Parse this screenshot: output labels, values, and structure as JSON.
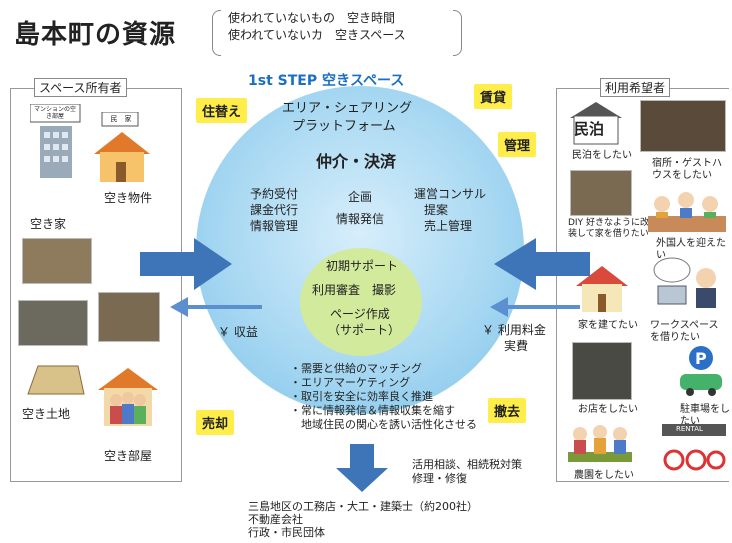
{
  "title": "島本町の資源",
  "subtitle": [
    "使われていないもの　空き時間",
    "使われていないカ　空きスペース"
  ],
  "step": "1st  STEP  空きスペース",
  "platform": [
    "エリア・シェアリング",
    "プラットフォーム"
  ],
  "core": "仲介・決済",
  "left_services": [
    "予約受付",
    "課金代行",
    "情報管理"
  ],
  "mid_services": [
    "企画",
    "情報発信"
  ],
  "right_services": [
    "運営コンサル",
    "提案",
    "売上管理"
  ],
  "inner": [
    "初期サポート",
    "利用審査　撮影",
    "ページ作成",
    "（サポート）"
  ],
  "bullets": [
    "・需要と供給のマッチング",
    "・エリアマーケティング",
    "・取引を安全に効率良く推進",
    "・常に情報発信＆情報収集を縮す",
    "　地域住民の関心を誘い活性化させる"
  ],
  "badges": {
    "top_left": "住替え",
    "top_right": "賃貸",
    "right": "管理",
    "bottom_left": "売却",
    "bottom_right": "撤去"
  },
  "owners": {
    "label": "スペース所有者",
    "mansion_sign": "マンションの空き部屋",
    "house_sign": "民　家",
    "vacant_property": "空き物件",
    "vacant_house": "空き家",
    "vacant_land": "空き土地",
    "vacant_room": "空き部屋"
  },
  "users": {
    "label": "利用希望者",
    "minpaku_sign": "民泊",
    "minpaku": "民泊をしたい",
    "guesthouse": "宿所・ゲストハウスをしたい",
    "diy": "DIY 好きなように改装して家を借りたい",
    "foreigners": "外国人を迎えたい",
    "build": "家を建てたい",
    "workspace": "ワークスペースを借りたい",
    "shop": "お店をしたい",
    "parking": "駐車場をしたい",
    "farm": "農園をしたい",
    "rental_sign": "RENTAL"
  },
  "income": "￥ 収益",
  "fees": [
    "￥ 利用料金",
    "実費"
  ],
  "bottom_right": [
    "活用相談、相続税対策",
    "修理・修復"
  ],
  "bottom": [
    "三島地区の工務店・大工・建築士（約200社）",
    "不動産会社",
    "行政・市民団体"
  ],
  "colors": {
    "arrow": "#3d75b8",
    "badge": "#ffed4a",
    "circle": "#a8d8f2",
    "inner": "#d2ea9c"
  }
}
